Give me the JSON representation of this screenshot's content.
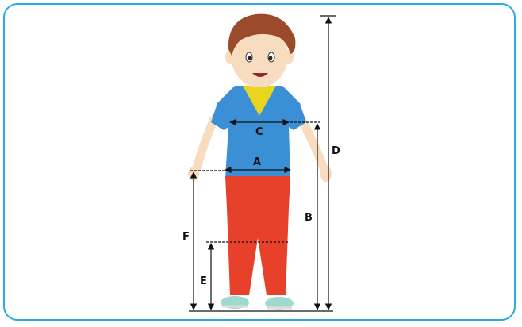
{
  "labels": {
    "a": "A",
    "b": "B",
    "c": "C",
    "d": "D",
    "e": "E",
    "f": "F"
  },
  "colors": {
    "frame": "#29abe2",
    "shirt": "#3b8fd4",
    "collar": "#e8d51f",
    "pants": "#e8412b",
    "skin": "#f7dcc0",
    "hair": "#9b4a2a",
    "shoes": "#8fd3c9"
  },
  "figure": {
    "icon": "child-boy-figure"
  }
}
